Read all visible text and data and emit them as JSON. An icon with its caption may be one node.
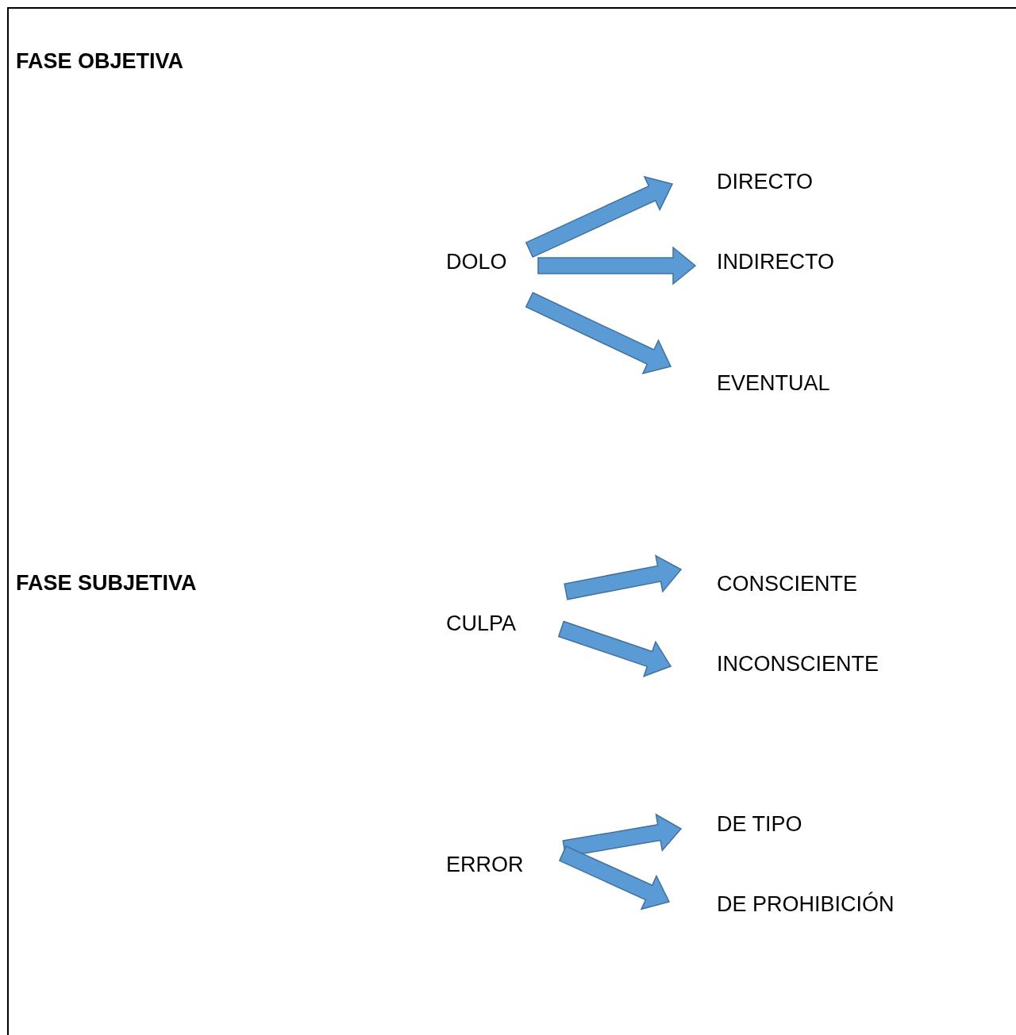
{
  "diagram": {
    "nodes": [
      {
        "text": [
          "DOLO"
        ]
      },
      {
        "text": [
          "DIRECTO"
        ]
      },
      {
        "text": [
          "INDIRECTO"
        ]
      },
      {
        "text": [
          "EVENTUAL"
        ]
      },
      {
        "text": [
          "CULPA"
        ]
      },
      {
        "text": [
          "CONSCIENTE"
        ]
      },
      {
        "text": [
          "INCONSCIENTE"
        ]
      },
      {
        "text": [
          "ERROR"
        ]
      },
      {
        "text": [
          "DE TIPO"
        ]
      },
      {
        "text": [
          "DE PROHIBICIÓN"
        ]
      }
    ],
    "edges": [
      {
        "from": 0,
        "to": 1,
        "arrow": "to",
        "style": "thick"
      },
      {
        "from": 0,
        "to": 2,
        "arrow": "to",
        "style": "thick"
      },
      {
        "from": 0,
        "to": 3,
        "arrow": "to",
        "style": "thick"
      },
      {
        "from": 4,
        "to": 5,
        "arrow": "to",
        "style": "thick"
      },
      {
        "from": 4,
        "to": 6,
        "arrow": "to",
        "style": "thick"
      },
      {
        "from": 7,
        "to": 8,
        "arrow": "to",
        "style": "thick"
      },
      {
        "from": 7,
        "to": 9,
        "arrow": "to",
        "style": "thick"
      }
    ],
    "labels": [
      "FASE OBJETIVA",
      "FASE SUBJETIVA"
    ]
  }
}
